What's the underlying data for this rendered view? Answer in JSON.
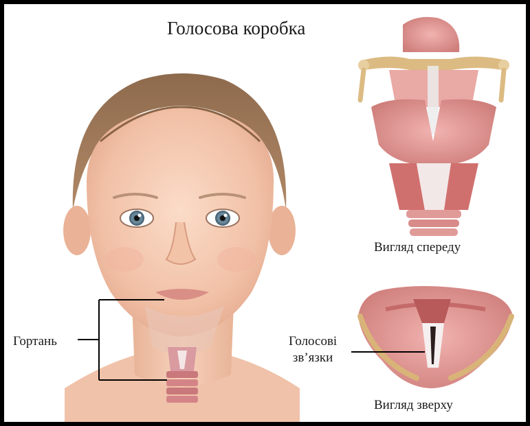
{
  "title": "Голосова коробка",
  "labels": {
    "front_view": "Вигляд спереду",
    "top_view": "Вигляд зверху",
    "larynx": "Гортань",
    "vocal_cords_line1": "Голосові",
    "vocal_cords_line2": "зв’язки"
  },
  "colors": {
    "background": "#ffffff",
    "border": "#000000",
    "skin": "#f3c6ae",
    "hair": "#a07856",
    "tissue": "#e49a98",
    "cartilage": "#d9b478"
  }
}
